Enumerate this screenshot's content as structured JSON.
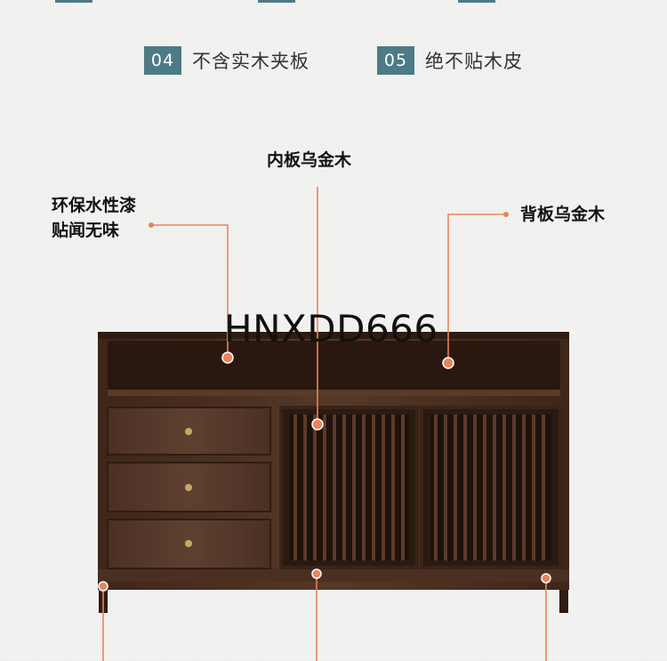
{
  "features": [
    {
      "number": "04",
      "label": "不含实木夹板"
    },
    {
      "number": "05",
      "label": "绝不贴木皮"
    }
  ],
  "callouts": {
    "paint": {
      "line1": "环保水性漆",
      "line2": "贴闻无味"
    },
    "inner_board": "内板乌金木",
    "back_board": "背板乌金木"
  },
  "watermark": "HNXDD666",
  "colors": {
    "badge": "#4c7b85",
    "leader": "#e9845a",
    "wood": "#4a2f22"
  }
}
